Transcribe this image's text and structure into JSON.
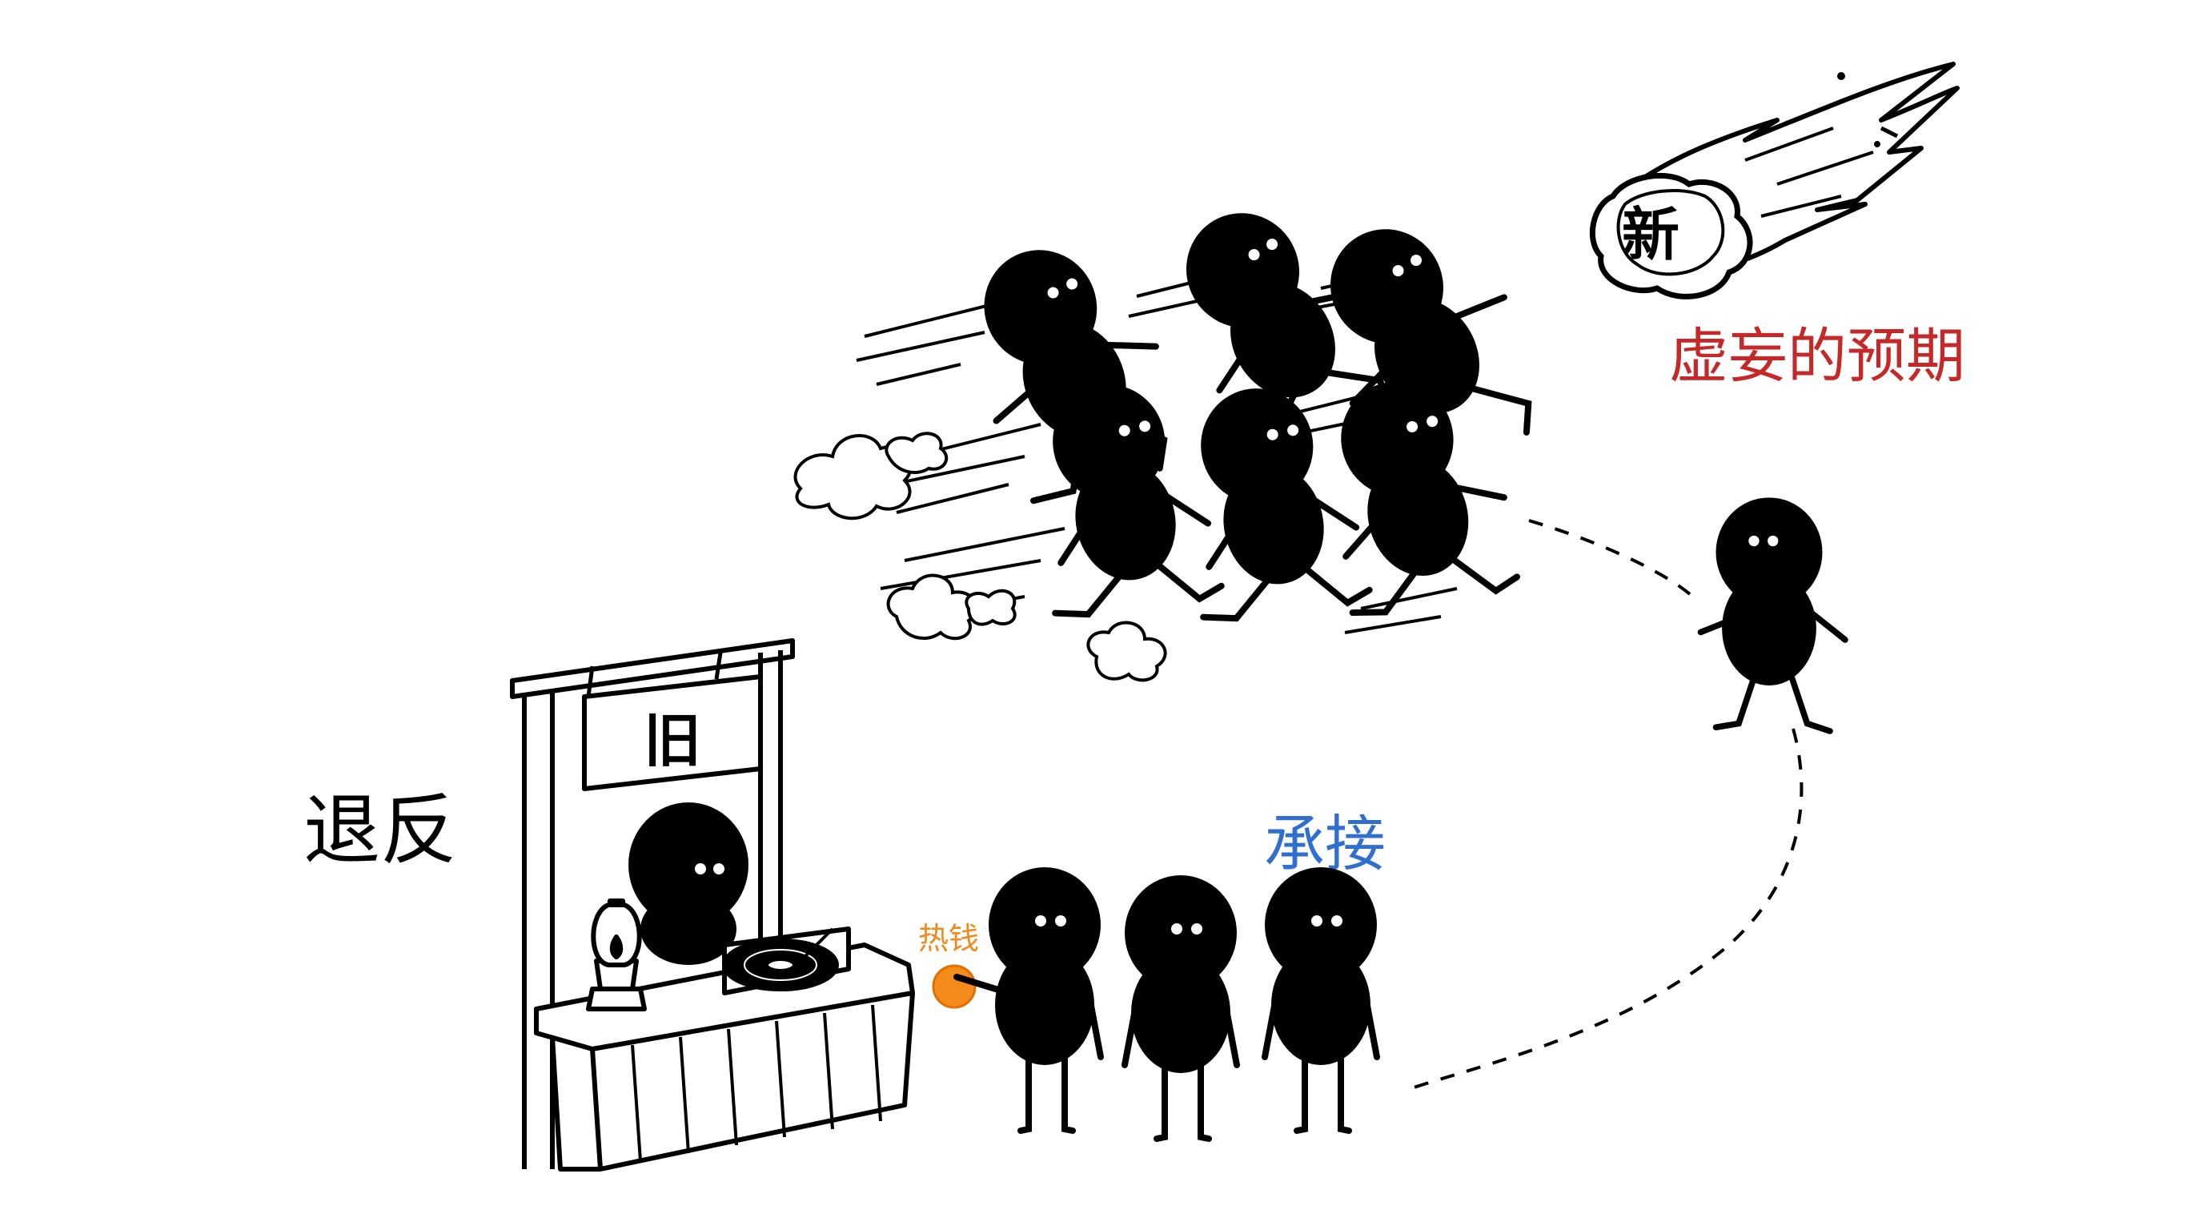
{
  "labels": {
    "new": "新",
    "false_expectation": "虚妄的预期",
    "old": "旧",
    "reversal": "退反",
    "take_over": "承接",
    "hot_money": "热钱"
  },
  "colors": {
    "ink": "#000000",
    "red_label": "#c62828",
    "blue_label": "#2f6fd0",
    "orange_label": "#f08a1c",
    "orange_ball": "#f28b1a",
    "paper": "#ffffff"
  }
}
